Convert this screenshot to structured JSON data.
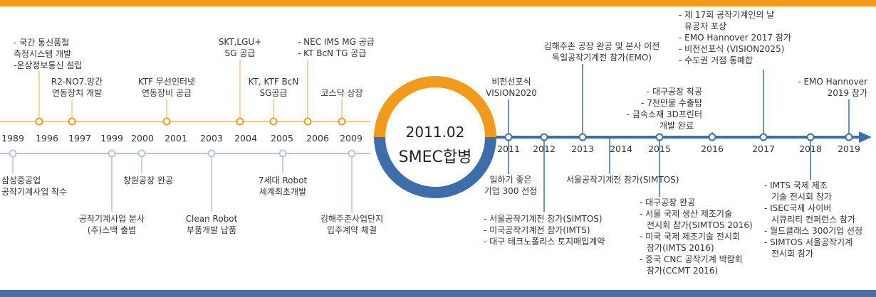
{
  "colors": {
    "orange": "#f29a1c",
    "orange_line": "#f7c983",
    "blue": "#4a6fa0",
    "blue_line": "#b5c4da",
    "blue_dark": "#3d6dab"
  },
  "center": {
    "date": "2011.02",
    "name": "SMEC합병"
  },
  "years_left": [
    "1989",
    "1996",
    "1997",
    "1999",
    "2000",
    "2001",
    "2003",
    "2004",
    "2005",
    "2006",
    "2009"
  ],
  "years_right": [
    "2011",
    "2012",
    "2013",
    "2014",
    "2015",
    "2016",
    "2017",
    "2018",
    "2019"
  ],
  "top_left": [
    {
      "lines": [
        "- 국간 통신품절",
        "측정시스템 개발",
        "-운상정보통신 설립"
      ]
    },
    {
      "lines": [
        "R2-NO7.망간",
        "연동장치 개발"
      ]
    },
    {
      "lines": [
        "KTF 무선인터넷",
        "연동장비 공급"
      ]
    },
    {
      "lines": [
        "SKT,LGU+",
        "SG 공급"
      ]
    },
    {
      "lines": [
        "KT, KTF BcN",
        "SG공급"
      ]
    },
    {
      "lines": [
        "- NEC IMS MG 공급",
        "- KT BcN TG 공급"
      ]
    },
    {
      "lines": [
        "코스닥 상장"
      ]
    }
  ],
  "bottom_left": [
    {
      "lines": [
        "삼성중공업",
        "공작기계사업 착수"
      ]
    },
    {
      "lines": [
        "공작기계사업 분사",
        "(주)스맥 출범"
      ]
    },
    {
      "lines": [
        "창원공장 완공"
      ]
    },
    {
      "lines": [
        "Clean Robot",
        "부품개발 납품"
      ]
    },
    {
      "lines": [
        "7세대 Robot",
        "세계최초개발"
      ]
    },
    {
      "lines": [
        "김해주촌사업단지",
        "입주계약 체결"
      ]
    }
  ],
  "top_right": [
    {
      "lines": [
        "비전선포식",
        "VISION2020"
      ]
    },
    {
      "lines": [
        "김해주촌 공장 완공 및 본사 이전",
        "독일공작기계전 참가(EMO)"
      ]
    },
    {
      "lines": [
        "- 대구공장 착공",
        "- 7천만불 수출탑",
        "- 금속소재 3D프린터",
        "개발 완료"
      ]
    },
    {
      "lines": [
        "- 제 17회  공작기계인의 날",
        "유공자 포상",
        "- EMO Hannover 2017 참가",
        "- 비전선포식 (VISION2025)",
        "- 수도권 거점 통폐합"
      ]
    },
    {
      "lines": [
        "- EMO Hannover",
        "2019 참가"
      ]
    }
  ],
  "bottom_right": [
    {
      "lines": [
        "일하기 좋은",
        "기업 300 선정"
      ]
    },
    {
      "lines": [
        "- 서울공작기계전 참가(SIMTOS)",
        "- 미국공작기계전 참가(IMTS)",
        "- 대구 테크노폴리스 토지매입계약"
      ]
    },
    {
      "lines": [
        "서울공작기계전 참가(SIMTOS)"
      ]
    },
    {
      "lines": [
        "- 대구공장 완공",
        "- 서울 국제 생산 제조기술",
        "전시회 참가(SIMTOS 2016)",
        "- 미국 국제 제조기술 전시회",
        "참가(IMTS 2016)",
        "- 중국 CNC 공작기계 박람회",
        "참가(CCMT 2016)"
      ]
    },
    {
      "lines": [
        "- IMTS 국제 제조",
        "기술 전시회 참가",
        "- ISEC국제 사이버",
        "시큐리티 컨퍼런스 참가",
        "- 월드클래스 300기업 선정",
        "- SIMTOS 서울공작기계",
        "전시회 참가"
      ]
    }
  ]
}
